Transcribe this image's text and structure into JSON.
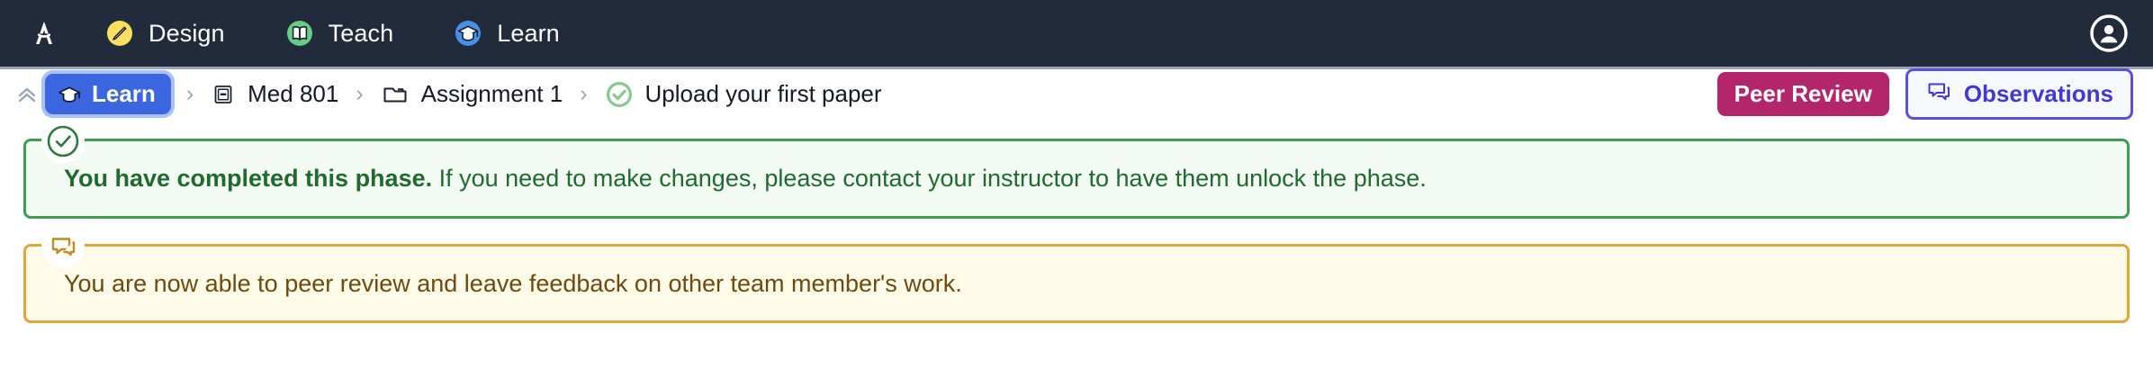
{
  "topnav": {
    "logo_icon": "apex-a-logo-icon",
    "items": [
      {
        "label": "Design",
        "icon": "pencil-circle-icon"
      },
      {
        "label": "Teach",
        "icon": "open-book-circle-icon"
      },
      {
        "label": "Learn",
        "icon": "graduation-cap-circle-icon"
      }
    ],
    "avatar_icon": "user-account-circle-icon",
    "background_color": "#222b3c"
  },
  "breadcrumb": {
    "collapse_icon": "chevrons-up-icon",
    "separator": "›",
    "active_pill": {
      "label": "Learn",
      "icon": "graduation-cap-icon",
      "background_color": "#3b66e0",
      "focus_ring_color": "#a8c2f7"
    },
    "items": [
      {
        "label": "Med 801",
        "icon": "course-document-icon"
      },
      {
        "label": "Assignment 1",
        "icon": "folder-icon"
      },
      {
        "label": "Upload your first paper",
        "icon": "check-circle-green-icon"
      }
    ],
    "actions": [
      {
        "label": "Peer Review",
        "style": "filled",
        "color": "#b3266b",
        "icon": null
      },
      {
        "label": "Observations",
        "style": "outlined",
        "color": "#4338d6",
        "icon": "speech-bubbles-icon"
      }
    ]
  },
  "alerts": [
    {
      "type": "success",
      "badge_icon": "check-circle-icon",
      "lead": "You have completed this phase.",
      "body": " If you need to make changes, please contact your instructor to have them unlock the phase.",
      "border_color": "#3f9c50",
      "background_color": "#f2faf3",
      "text_color": "#1f6b2e"
    },
    {
      "type": "note",
      "badge_icon": "speech-bubble-icon",
      "lead": "",
      "body": "You are now able to peer review and leave feedback on other team member's work.",
      "border_color": "#e0a83a",
      "background_color": "#fefbe9",
      "text_color": "#6e4a10"
    }
  ]
}
